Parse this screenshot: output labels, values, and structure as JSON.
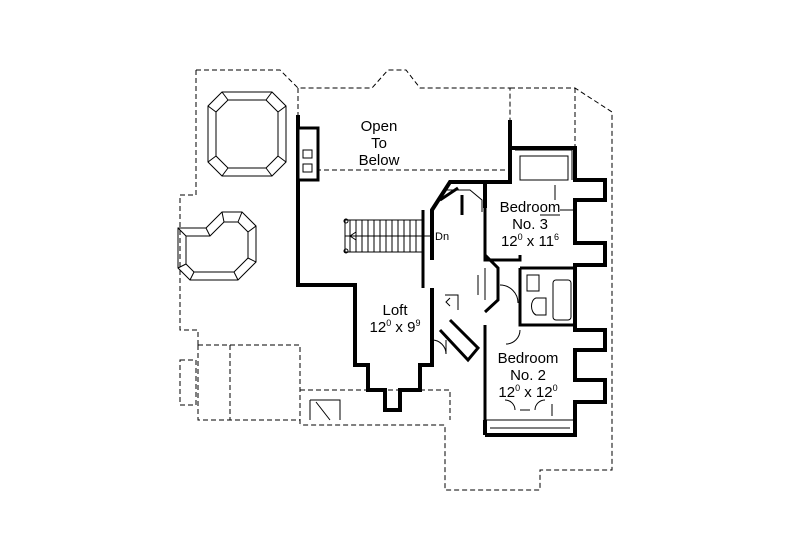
{
  "labels": {
    "open_line1": "Open",
    "open_line2": "To",
    "open_line3": "Below",
    "stair_dn": "Dn",
    "bed3_name": "Bedroom",
    "bed3_no": "No. 3",
    "bed3_dim_a": "12",
    "bed3_dim_a_sup": "0",
    "bed3_dim_x": " x 11",
    "bed3_dim_b_sup": "6",
    "loft_name": "Loft",
    "loft_dim_a": "12",
    "loft_dim_a_sup": "0",
    "loft_dim_x": " x 9",
    "loft_dim_b_sup": "9",
    "bed2_name": "Bedroom",
    "bed2_no": "No. 2",
    "bed2_dim_a": "12",
    "bed2_dim_a_sup": "0",
    "bed2_dim_x": " x 12",
    "bed2_dim_b_sup": "0"
  },
  "colors": {
    "ink": "#000000",
    "paper": "#ffffff"
  }
}
